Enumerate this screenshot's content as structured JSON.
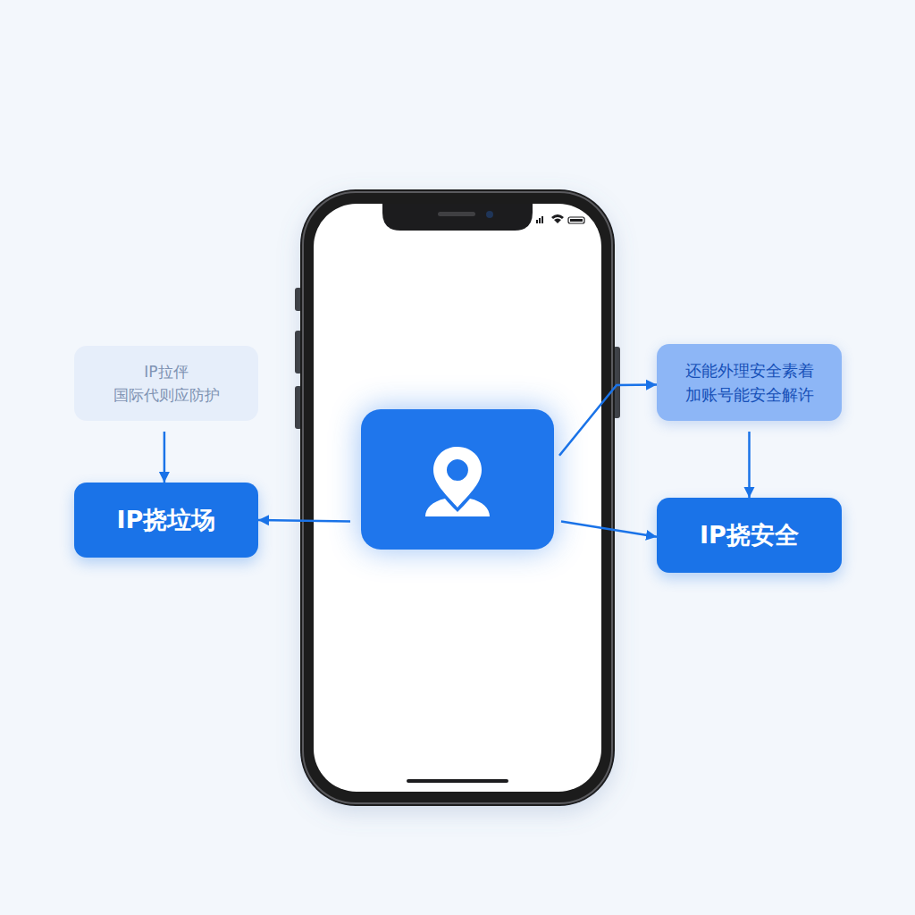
{
  "diagram": {
    "nodes": [
      {
        "text": [
          "IP拉伻 国际代则应防护"
        ]
      },
      {
        "text": [
          "还能外理安全素着 加账号能安全解许"
        ]
      },
      {
        "text": []
      },
      {
        "text": [
          "IP挠垃场"
        ]
      },
      {
        "text": [
          "IP挠安全"
        ]
      }
    ],
    "edges": [
      {
        "from": 0,
        "to": 3,
        "arrow": "to"
      },
      {
        "from": 1,
        "to": 4,
        "arrow": "to"
      },
      {
        "from": 2,
        "to": 3,
        "arrow": "to"
      },
      {
        "from": 2,
        "to": 4,
        "arrow": "to"
      },
      {
        "from": 2,
        "to": 1,
        "arrow": "to"
      }
    ]
  }
}
